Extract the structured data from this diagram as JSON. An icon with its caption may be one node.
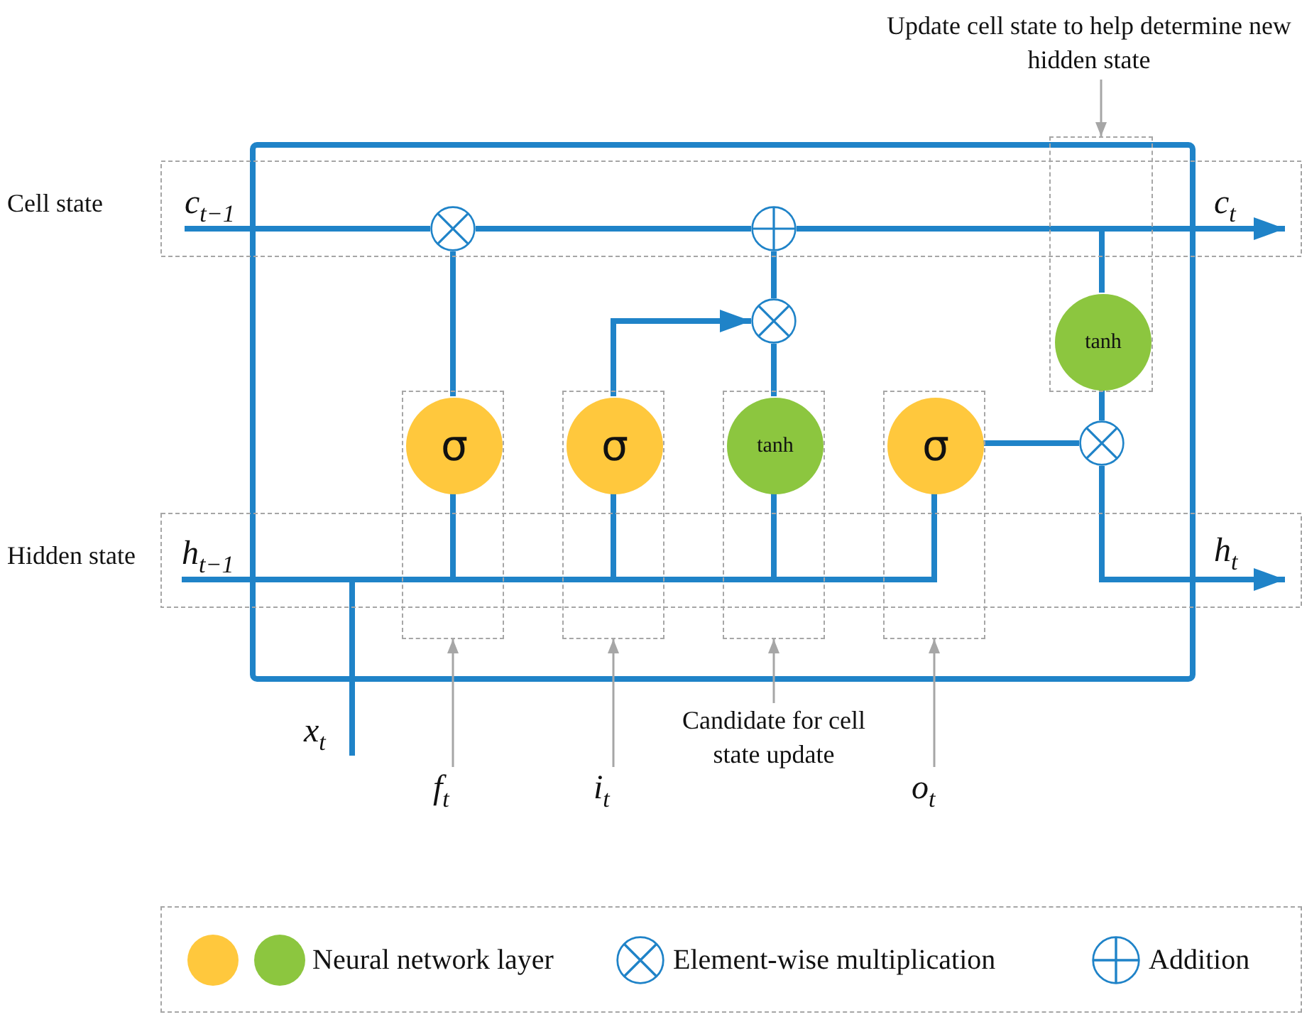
{
  "diagram": {
    "nodes": [
      {
        "text": [
          "Cell state"
        ]
      },
      {
        "text": [
          "c$_{t−1}$"
        ],
        "in": 0
      },
      {
        "text": [],
        "shape": "circle",
        "in": 0
      },
      {
        "text": [],
        "shape": "circle",
        "in": 0
      },
      {
        "text": [
          "c$_{t}$"
        ],
        "in": 0
      },
      {
        "text": [
          "Hidden state"
        ]
      },
      {
        "text": [
          "h$_{t−1}$"
        ],
        "in": 5
      },
      {
        "text": [
          "h$_{t}$"
        ],
        "in": 5
      },
      {
        "text": [],
        "shape": "box"
      },
      {
        "text": [
          "σ"
        ],
        "in": 8
      },
      {
        "text": [],
        "shape": "box"
      },
      {
        "text": [
          "σ"
        ],
        "in": 10
      },
      {
        "text": [],
        "shape": "box"
      },
      {
        "text": [
          "tanh"
        ],
        "in": 12
      },
      {
        "text": [],
        "shape": "circle"
      },
      {
        "text": [],
        "shape": "box"
      },
      {
        "text": [
          "σ"
        ],
        "in": 15
      },
      {
        "text": [],
        "shape": "box"
      },
      {
        "text": [
          "tanh"
        ],
        "in": 17
      },
      {
        "text": [],
        "shape": "circle"
      },
      {
        "text": [
          "x$_{t}$"
        ]
      },
      {
        "text": [
          "f$_{t}$"
        ]
      },
      {
        "text": [
          "i$_{t}$"
        ]
      },
      {
        "text": [
          "Candidate for cell state update"
        ]
      },
      {
        "text": [
          "o$_{t}$"
        ]
      },
      {
        "text": [
          "Update cell state to help determine new hidden state"
        ]
      }
    ],
    "edges": [
      {
        "from": 1,
        "to": 2,
        "arrow": "none"
      },
      {
        "from": 2,
        "to": 3,
        "arrow": "none"
      },
      {
        "from": 3,
        "to": 4,
        "arrow": "to"
      },
      {
        "from": 6,
        "to": 9,
        "arrow": "none"
      },
      {
        "from": 6,
        "to": 11,
        "arrow": "none"
      },
      {
        "from": 6,
        "to": 13,
        "arrow": "none"
      },
      {
        "from": 6,
        "to": 16,
        "arrow": "none"
      },
      {
        "from": 20,
        "to": 9,
        "arrow": "none"
      },
      {
        "from": 20,
        "to": 11,
        "arrow": "none"
      },
      {
        "from": 20,
        "to": 13,
        "arrow": "none"
      },
      {
        "from": 20,
        "to": 16,
        "arrow": "none"
      },
      {
        "from": 9,
        "to": 2,
        "arrow": "none"
      },
      {
        "from": 11,
        "to": 14,
        "arrow": "to"
      },
      {
        "from": 13,
        "to": 14,
        "arrow": "none"
      },
      {
        "from": 14,
        "to": 3,
        "arrow": "none"
      },
      {
        "from": 3,
        "to": 18,
        "arrow": "none"
      },
      {
        "from": 18,
        "to": 19,
        "arrow": "none"
      },
      {
        "from": 16,
        "to": 19,
        "arrow": "none"
      },
      {
        "from": 19,
        "to": 7,
        "arrow": "to"
      },
      {
        "from": 21,
        "to": 8,
        "arrow": "to",
        "color": "#a6a6a6"
      },
      {
        "from": 22,
        "to": 10,
        "arrow": "to",
        "color": "#a6a6a6"
      },
      {
        "from": 23,
        "to": 12,
        "arrow": "to",
        "color": "#a6a6a6"
      },
      {
        "from": 24,
        "to": 15,
        "arrow": "to",
        "color": "#a6a6a6"
      },
      {
        "from": 25,
        "to": 17,
        "arrow": "to",
        "color": "#a6a6a6"
      }
    ],
    "legend": [
      {
        "text": "Neural network layer"
      },
      {
        "text": "Element-wise multiplication"
      },
      {
        "text": "Addition"
      }
    ]
  }
}
